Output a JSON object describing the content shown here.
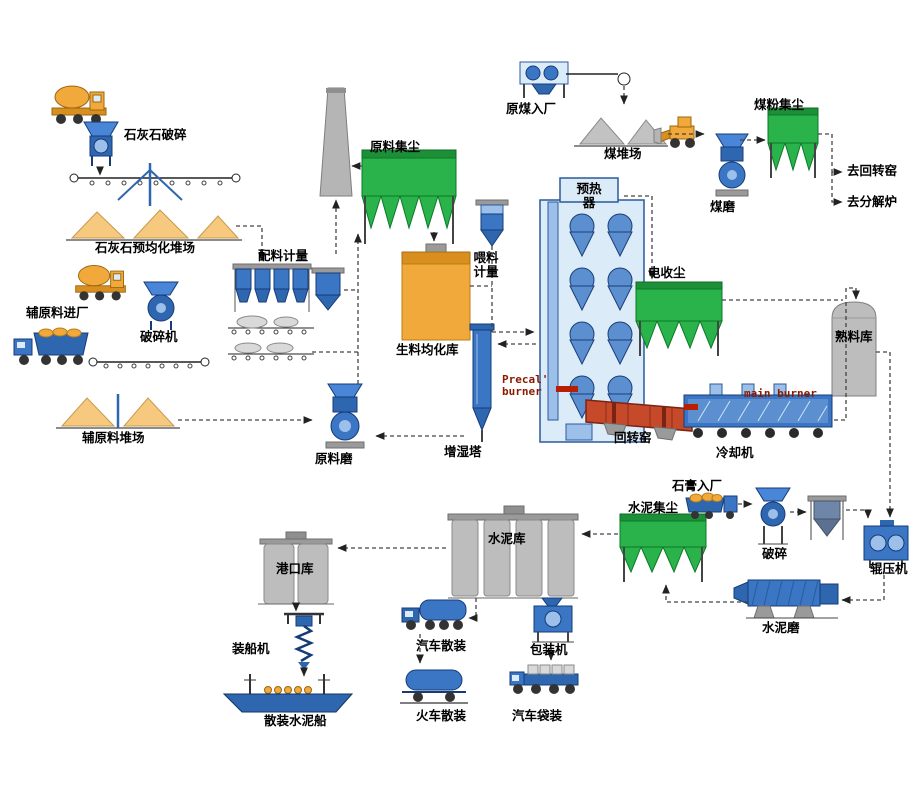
{
  "diagram": {
    "labels": {
      "limestone_crushing": "石灰石破碎",
      "limestone_yard": "石灰石预均化堆场",
      "batching_metering": "配料计量",
      "aux_material_entry": "辅原料进厂",
      "crusher": "破碎机",
      "aux_material_yard": "辅原料堆场",
      "raw_material_dust": "原料集尘",
      "raw_mill": "原料磨",
      "raw_meal_silo": "生料均化库",
      "feed_metering": "喂料计量",
      "preheater": "预热器",
      "raw_coal_entry": "原煤入厂",
      "coal_yard": "煤堆场",
      "coal_dust": "煤粉集尘",
      "coal_mill": "煤磨",
      "to_rotary_kiln": "去回转窑",
      "to_calciner": "去分解炉",
      "esp": "电收尘",
      "clinker_silo": "熟料库",
      "precal_burner": "Precal' burner",
      "main_burner": "main burner",
      "rotary_kiln": "回转窑",
      "cooler": "冷却机",
      "humidifying_tower": "增湿塔",
      "cement_dust": "水泥集尘",
      "gypsum_entry": "石膏入厂",
      "gypsum_crushing": "破碎",
      "roller_press": "辊压机",
      "cement_mill": "水泥磨",
      "cement_silo": "水泥库",
      "port_silo": "港口库",
      "ship_loader": "装船机",
      "bulk_cement_ship": "散装水泥船",
      "truck_bulk": "汽车散装",
      "train_bulk": "火车散装",
      "packing_machine": "包装机",
      "truck_bagged": "汽车袋装"
    },
    "colors": {
      "machine_blue": "#3a76c4",
      "machine_blue_dark": "#2f66b0",
      "machine_blue_light": "#9cc0ea",
      "dust_collector_green": "#29b34a",
      "silo_orange": "#f2a93b",
      "pile_tan": "#f6c97e",
      "kiln_red": "#c64a2a",
      "structure_gray": "#bdbdbd",
      "burner_red": "#b81f00"
    }
  }
}
